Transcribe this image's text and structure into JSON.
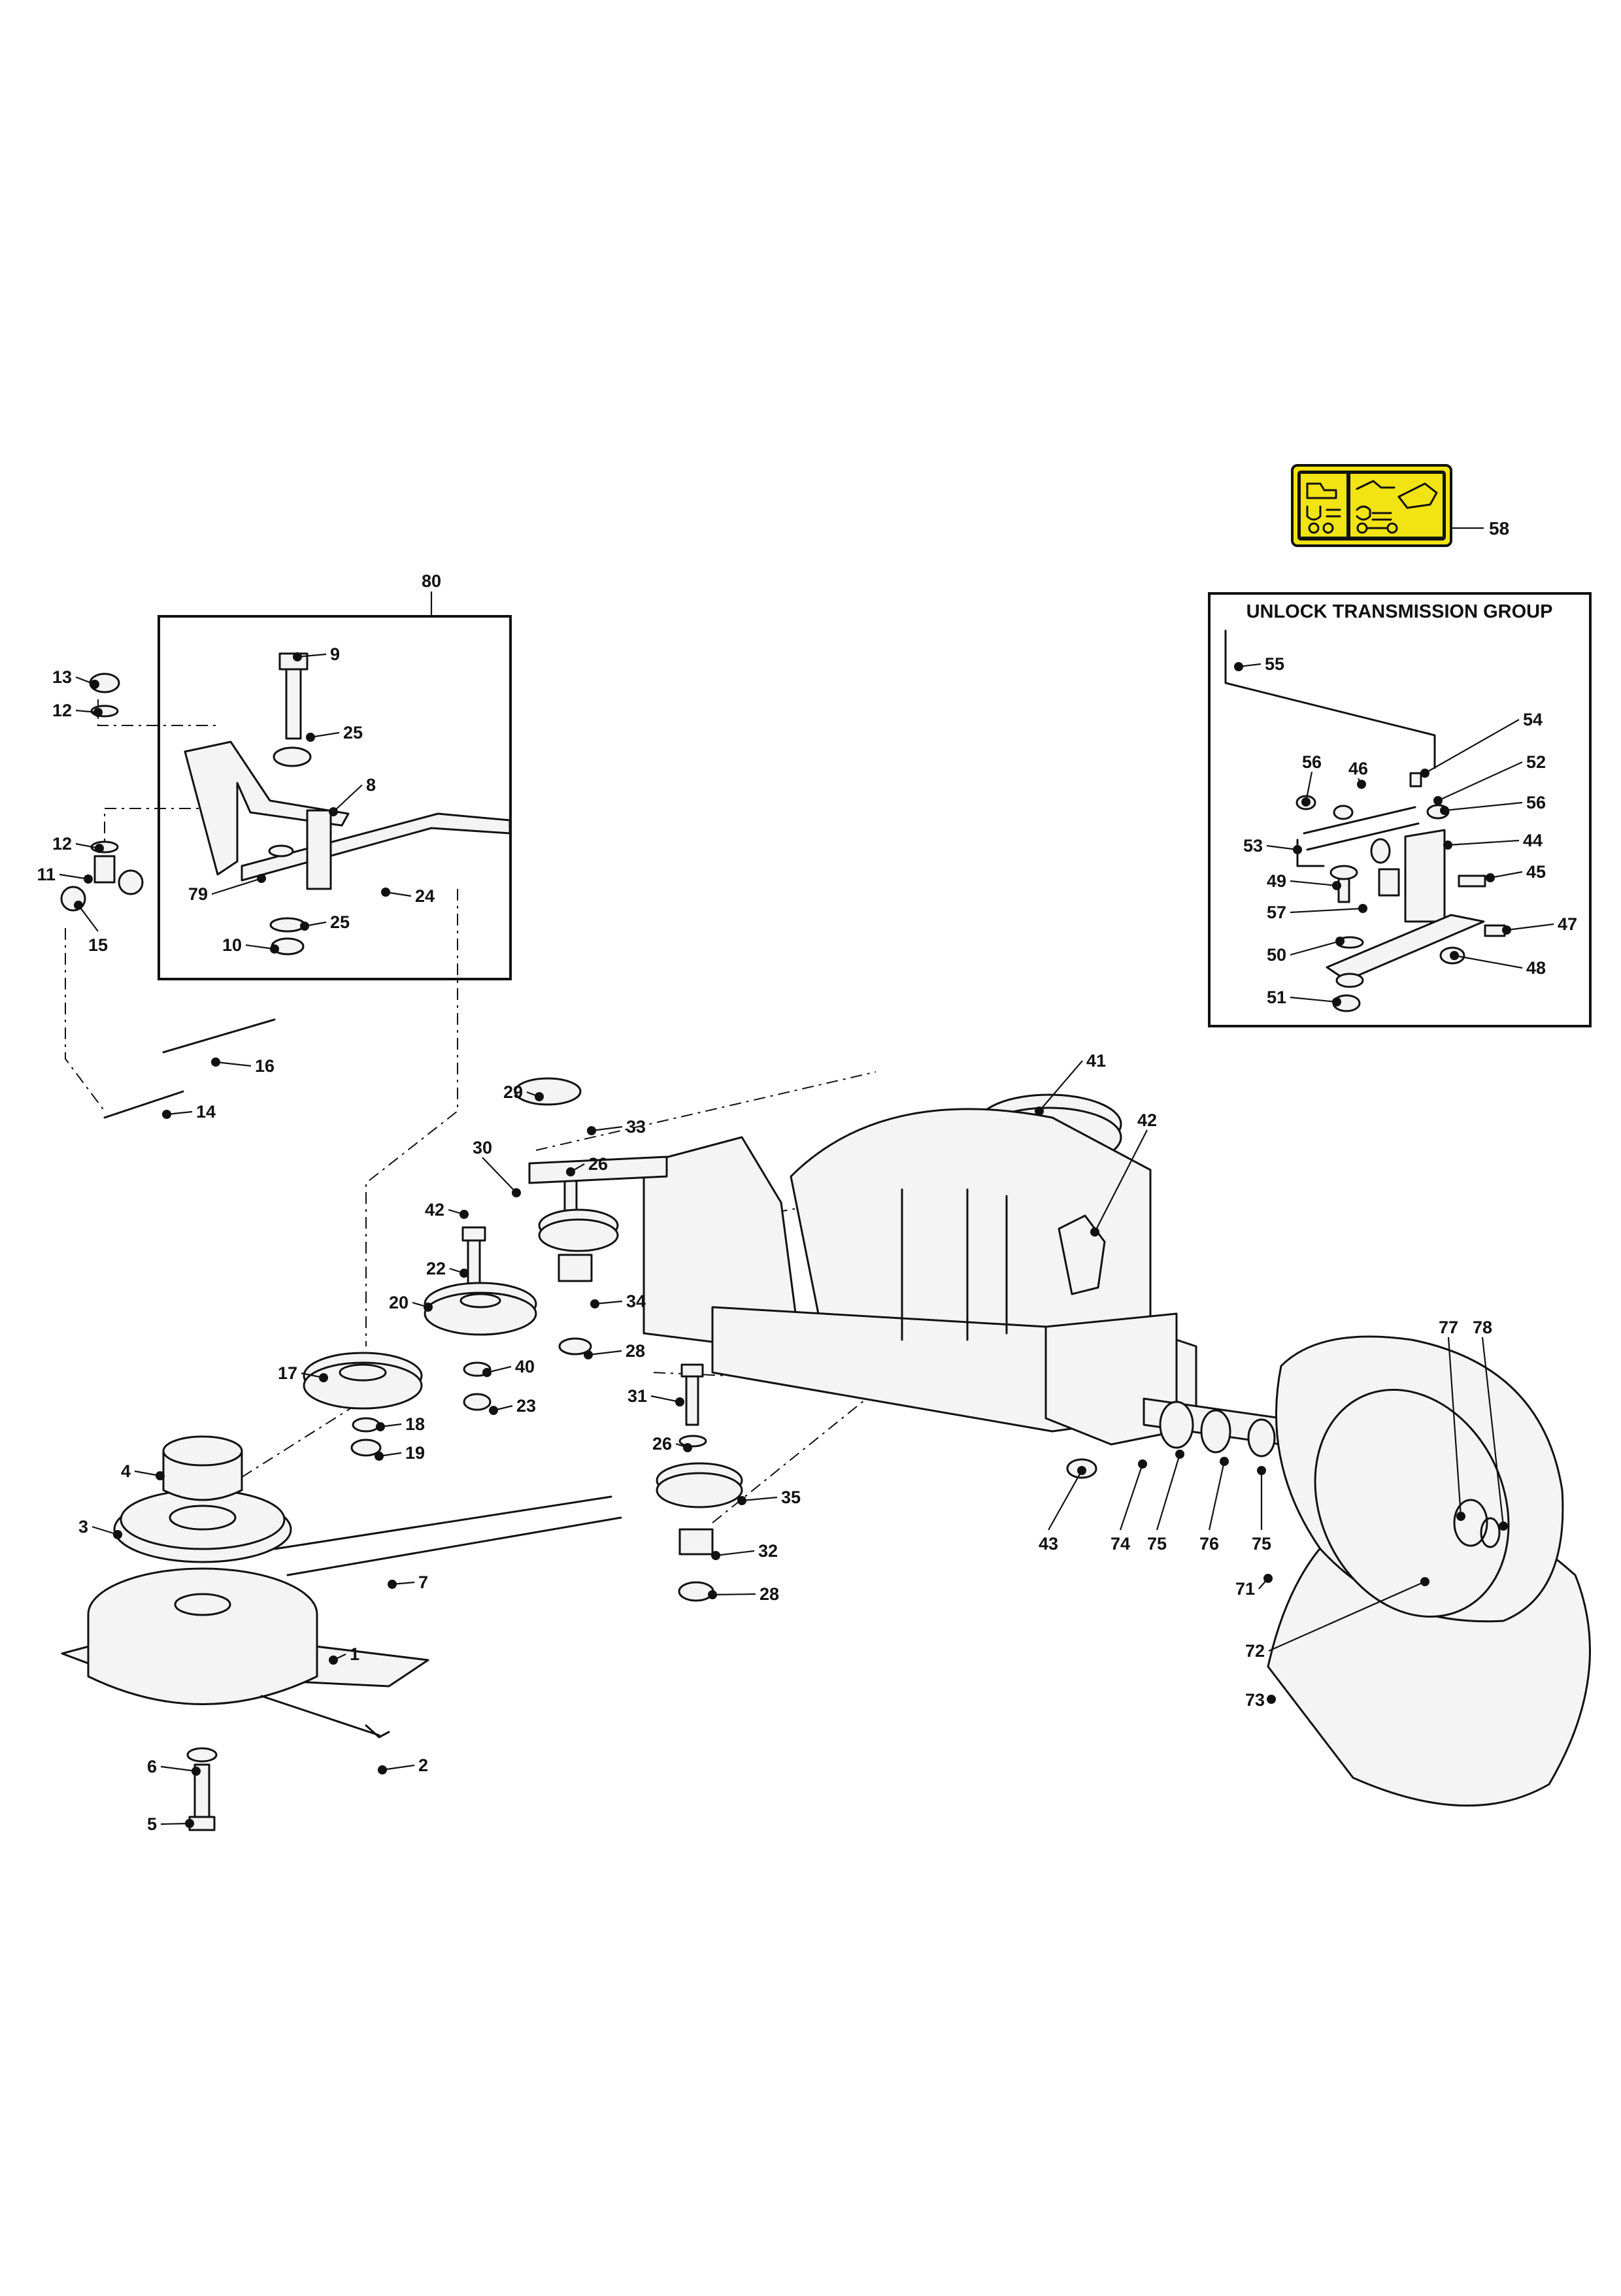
{
  "diagram": {
    "boxes": {
      "group80": {
        "number": "80"
      },
      "unlock": {
        "title": "UNLOCK TRANSMISSION GROUP"
      }
    },
    "decal": {
      "number": "58",
      "colors": {
        "background": "#f2e312",
        "ink": "#111111"
      },
      "icon": "transmission-decal-icon"
    },
    "labels": [
      "1",
      "2",
      "3",
      "4",
      "5",
      "6",
      "7",
      "8",
      "9",
      "10",
      "11",
      "12",
      "12",
      "13",
      "14",
      "15",
      "16",
      "17",
      "18",
      "19",
      "20",
      "22",
      "23",
      "24",
      "25",
      "25",
      "26",
      "26",
      "28",
      "28",
      "29",
      "30",
      "31",
      "32",
      "33",
      "34",
      "35",
      "40",
      "41",
      "42",
      "42",
      "43",
      "44",
      "45",
      "46",
      "47",
      "48",
      "49",
      "50",
      "51",
      "52",
      "53",
      "54",
      "55",
      "56",
      "56",
      "57",
      "71",
      "72",
      "73",
      "74",
      "75",
      "75",
      "76",
      "77",
      "78",
      "79"
    ]
  }
}
